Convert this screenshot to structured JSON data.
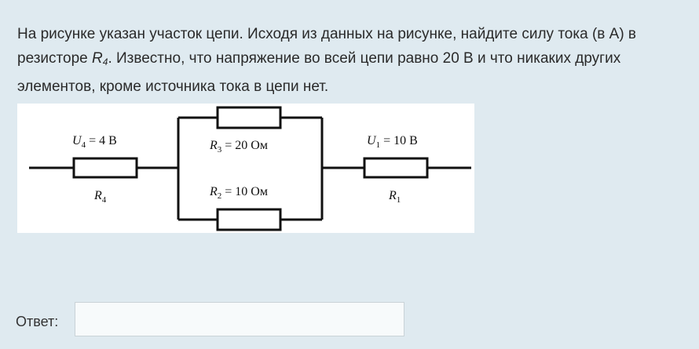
{
  "task": {
    "part1": "На рисунке указан участок цепи. Исходя из данных на рисунке, найдите силу тока (в А) в резисторе ",
    "r_var": "R",
    "r_sub": "4",
    "part2": ". Известно, что напряжение во всей цепи равно 20 В и что никаких других элементов, кроме источника тока в цепи нет."
  },
  "diagram": {
    "u4": {
      "sym": "U",
      "sub": "4",
      "rest": " = 4 В"
    },
    "r4": {
      "sym": "R",
      "sub": "4"
    },
    "r3": {
      "sym": "R",
      "sub": "3",
      "rest": " = 20 Ом"
    },
    "r2": {
      "sym": "R",
      "sub": "2",
      "rest": " = 10 Ом"
    },
    "u1": {
      "sym": "U",
      "sub": "1",
      "rest": " = 10 В"
    },
    "r1": {
      "sym": "R",
      "sub": "1"
    }
  },
  "answer": {
    "label": "Ответ:",
    "value": ""
  }
}
